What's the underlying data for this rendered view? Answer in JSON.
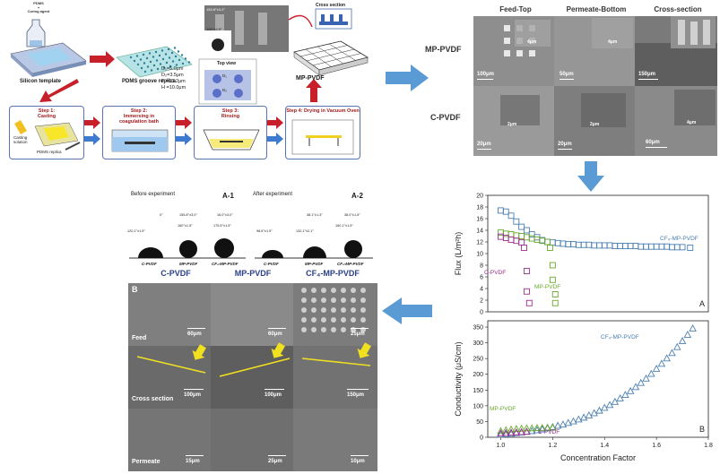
{
  "schematic": {
    "pdms_label": "PDMS\n+\nCuring agent",
    "silicon_template": "Silicon template",
    "pdms_replica": "PDMS groove replica",
    "mp_pvdf": "MP-PVDF",
    "cross_section": "Cross section",
    "top_view": "Top view",
    "angle1": "153.8°±3.2°",
    "angle2": "100°±2.5°",
    "dims": [
      "D₁=5.0μm",
      "D₂=3.5μm",
      "P =10.2μm",
      "H =10.0μm"
    ],
    "d1": "D₁",
    "d2": "D₂",
    "steps": [
      {
        "title": "Step 1:\nCasting",
        "notes": [
          "Casting\nsolution",
          "PDMS replica"
        ]
      },
      {
        "title": "Step 2:\nImmersing in\ncoagulation bath"
      },
      {
        "title": "Step 3:\nRinsing"
      },
      {
        "title": "Step 4:\nDrying in Vacuum Oven"
      }
    ]
  },
  "sem_top": {
    "columns": [
      "Feed-Top",
      "Permeate-Bottom",
      "Cross-section"
    ],
    "rows": [
      "MP-PVDF",
      "C-PVDF"
    ],
    "scales": [
      [
        "100μm",
        "50μm",
        "150μm"
      ],
      [
        "20μm",
        "20μm",
        "60μm"
      ]
    ],
    "insets": [
      [
        "4μm",
        "4μm",
        ""
      ],
      [
        "2μm",
        "2μm",
        "4μm"
      ]
    ]
  },
  "contact": {
    "before": "Before experiment",
    "after": "After experiment",
    "panel_a1": "A-1",
    "panel_a2": "A-2",
    "before_drops": [
      {
        "name": "C-PVDF",
        "angle": "120.1°±1.5°",
        "small": "0°"
      },
      {
        "name": "MP-PVDF",
        "angle": "160°±1.5°",
        "small": "155.8°±3.0°"
      },
      {
        "name": "CF₄-MP-PVDF",
        "angle": "175.5°±1.5°",
        "small": "16.0°±3.0°"
      }
    ],
    "after_drops": [
      {
        "name": "C-PVDF",
        "angle": "98.6°±1.5°",
        "small": ""
      },
      {
        "name": "MP-PVDF",
        "angle": "132.1°±2.1°",
        "small": "38.1°±1.3°"
      },
      {
        "name": "CF₄-MP-PVDF",
        "angle": "160.1°±1.5°",
        "small": "38.0°±1.5°"
      }
    ]
  },
  "sem_bottom": {
    "panel": "B",
    "columns": [
      "C-PVDF",
      "MP-PVDF",
      "CF₄-MP-PVDF"
    ],
    "rows": [
      "Feed",
      "Cross section",
      "Permeate"
    ],
    "scales": [
      [
        "60μm",
        "60μm",
        "25μm"
      ],
      [
        "100μm",
        "100μm",
        "150μm"
      ],
      [
        "15μm",
        "25μm",
        "10μm"
      ]
    ]
  },
  "chart_data": [
    {
      "type": "scatter",
      "panel": "A",
      "ylabel": "Flux (L/m²h)",
      "ylim": [
        0,
        20
      ],
      "yticks": [
        0,
        2,
        4,
        6,
        8,
        10,
        12,
        14,
        16,
        18,
        20
      ],
      "xlim": [
        0.95,
        1.8
      ],
      "series": [
        {
          "name": "CF₄-MP-PVDF",
          "color": "#4a7fb0",
          "marker": "square",
          "x": [
            1.0,
            1.02,
            1.04,
            1.06,
            1.08,
            1.1,
            1.12,
            1.14,
            1.16,
            1.18,
            1.2,
            1.22,
            1.24,
            1.26,
            1.28,
            1.3,
            1.32,
            1.34,
            1.36,
            1.38,
            1.4,
            1.42,
            1.44,
            1.46,
            1.48,
            1.5,
            1.52,
            1.54,
            1.56,
            1.58,
            1.6,
            1.62,
            1.64,
            1.66,
            1.68,
            1.7,
            1.73
          ],
          "y": [
            17.4,
            17.2,
            16.5,
            15.5,
            14.6,
            14.0,
            13.3,
            12.8,
            12.3,
            12.0,
            11.9,
            11.8,
            11.7,
            11.6,
            11.6,
            11.5,
            11.5,
            11.5,
            11.4,
            11.4,
            11.4,
            11.4,
            11.3,
            11.3,
            11.3,
            11.3,
            11.3,
            11.2,
            11.2,
            11.2,
            11.2,
            11.2,
            11.2,
            11.1,
            11.1,
            11.1,
            11.0
          ]
        },
        {
          "name": "MP-PVDF",
          "color": "#6aa82e",
          "marker": "square",
          "x": [
            1.0,
            1.02,
            1.04,
            1.06,
            1.08,
            1.1,
            1.12,
            1.14,
            1.16,
            1.18,
            1.19,
            1.2,
            1.2,
            1.21,
            1.21
          ],
          "y": [
            13.6,
            13.4,
            13.3,
            13.1,
            13.0,
            12.8,
            12.6,
            12.4,
            12.2,
            12.0,
            11.0,
            8.0,
            5.5,
            3.0,
            1.5
          ]
        },
        {
          "name": "C-PVDF",
          "color": "#9b2f8f",
          "marker": "square",
          "x": [
            1.0,
            1.02,
            1.04,
            1.06,
            1.08,
            1.09,
            1.1,
            1.1,
            1.11
          ],
          "y": [
            12.9,
            12.7,
            12.4,
            12.2,
            11.9,
            11.0,
            7.0,
            3.5,
            1.5
          ]
        }
      ]
    },
    {
      "type": "scatter",
      "panel": "B",
      "xlabel": "Concentration Factor",
      "ylabel": "Conductivity (μS/cm)",
      "ylim": [
        0,
        370
      ],
      "yticks": [
        0,
        50,
        100,
        150,
        200,
        250,
        300,
        350
      ],
      "xlim": [
        0.95,
        1.8
      ],
      "xticks": [
        1.0,
        1.2,
        1.4,
        1.6,
        1.8
      ],
      "series": [
        {
          "name": "CF₄-MP-PVDF",
          "color": "#4a7fb0",
          "marker": "triangle",
          "x": [
            1.0,
            1.02,
            1.04,
            1.06,
            1.08,
            1.1,
            1.12,
            1.14,
            1.16,
            1.18,
            1.2,
            1.22,
            1.24,
            1.26,
            1.28,
            1.3,
            1.32,
            1.34,
            1.36,
            1.38,
            1.4,
            1.42,
            1.44,
            1.46,
            1.48,
            1.5,
            1.52,
            1.54,
            1.56,
            1.58,
            1.6,
            1.62,
            1.64,
            1.66,
            1.68,
            1.7,
            1.72,
            1.74
          ],
          "y": [
            9,
            10,
            12,
            14,
            16,
            18,
            20,
            23,
            26,
            29,
            33,
            37,
            41,
            46,
            51,
            57,
            63,
            70,
            77,
            85,
            94,
            103,
            113,
            124,
            135,
            147,
            160,
            173,
            187,
            202,
            218,
            234,
            251,
            268,
            287,
            306,
            326,
            346
          ]
        },
        {
          "name": "MP-PVDF",
          "color": "#6aa82e",
          "marker": "triangle",
          "x": [
            1.0,
            1.02,
            1.04,
            1.06,
            1.08,
            1.1,
            1.12,
            1.14,
            1.16,
            1.18,
            1.2
          ],
          "y": [
            20,
            23,
            25,
            27,
            28,
            29,
            29,
            30,
            30,
            31,
            31
          ]
        },
        {
          "name": "C-PVDF",
          "color": "#9b2f8f",
          "marker": "triangle",
          "x": [
            1.0,
            1.02,
            1.04,
            1.06,
            1.08,
            1.1
          ],
          "y": [
            13,
            14,
            15,
            16,
            17,
            18
          ]
        }
      ]
    }
  ]
}
